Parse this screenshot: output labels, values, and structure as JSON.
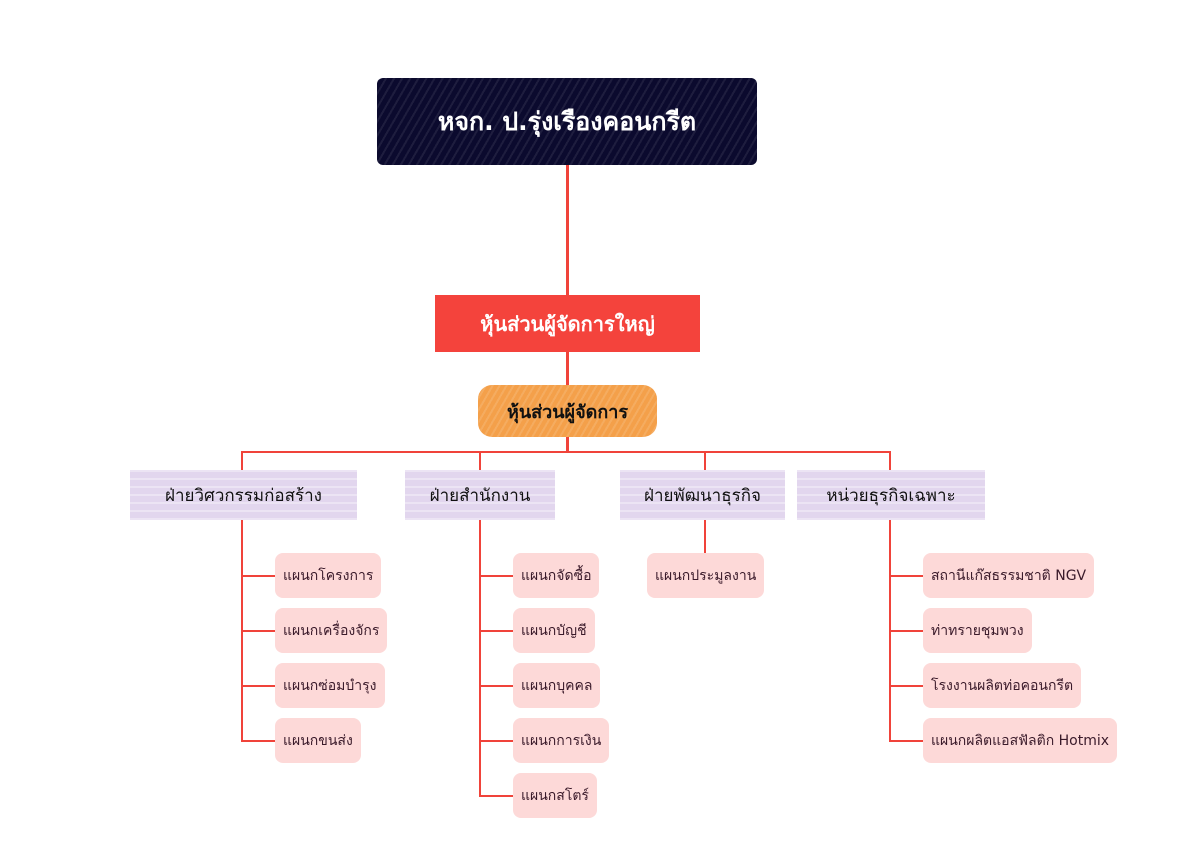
{
  "company": "หจก. ป.รุ่งเรืองคอนกรีต",
  "general_manager": "หุ้นส่วนผู้จัดการใหญ่",
  "manager": "หุ้นส่วนผู้จัดการ",
  "departments": [
    {
      "name": "ฝ่ายวิศวกรรมก่อสร้าง",
      "units": [
        "แผนกโครงการ",
        "แผนกเครื่องจักร",
        "แผนกซ่อมบำรุง",
        "แผนกขนส่ง"
      ]
    },
    {
      "name": "ฝ่ายสำนักงาน",
      "units": [
        "แผนกจัดซื้อ",
        "แผนกบัญชี",
        "แผนกบุคคล",
        "แผนกการเงิน",
        "แผนกสโตร์"
      ]
    },
    {
      "name": "ฝ่ายพัฒนาธุรกิจ",
      "units": [
        "แผนกประมูลงาน"
      ]
    },
    {
      "name": "หน่วยธุรกิจเฉพาะ",
      "units": [
        "สถานีแก๊สธรรมชาติ NGV",
        "ท่าทรายชุมพวง",
        "โรงงานผลิตท่อคอนกรีต",
        "แผนกผลิตแอสฟัลติก Hotmix"
      ]
    }
  ],
  "colors": {
    "line": "#f0433a",
    "top": "#0b0a2e",
    "gm": "#f4433c",
    "manager": "#f4a04a",
    "dept": "#e2d6ee",
    "unit": "#fdd9d8"
  }
}
